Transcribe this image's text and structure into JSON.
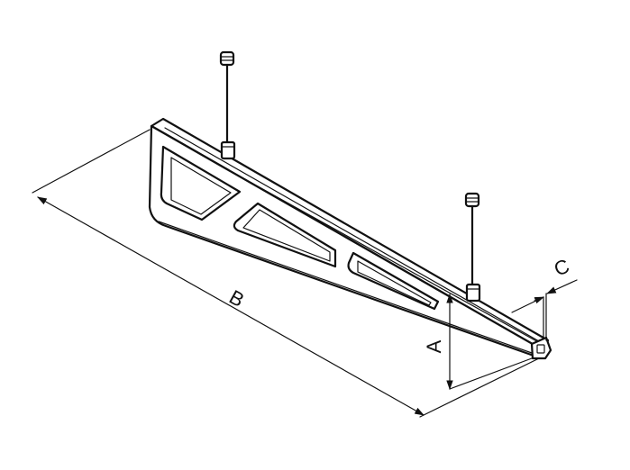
{
  "dimensions": {
    "a_label": "A",
    "b_label": "B",
    "c_label": "C"
  },
  "colors": {
    "line": "#111111",
    "background": "#ffffff"
  },
  "parts": {
    "bolts": [
      "bolt-icon",
      "bolt-icon"
    ],
    "bracket": "truss-bracket-icon"
  }
}
